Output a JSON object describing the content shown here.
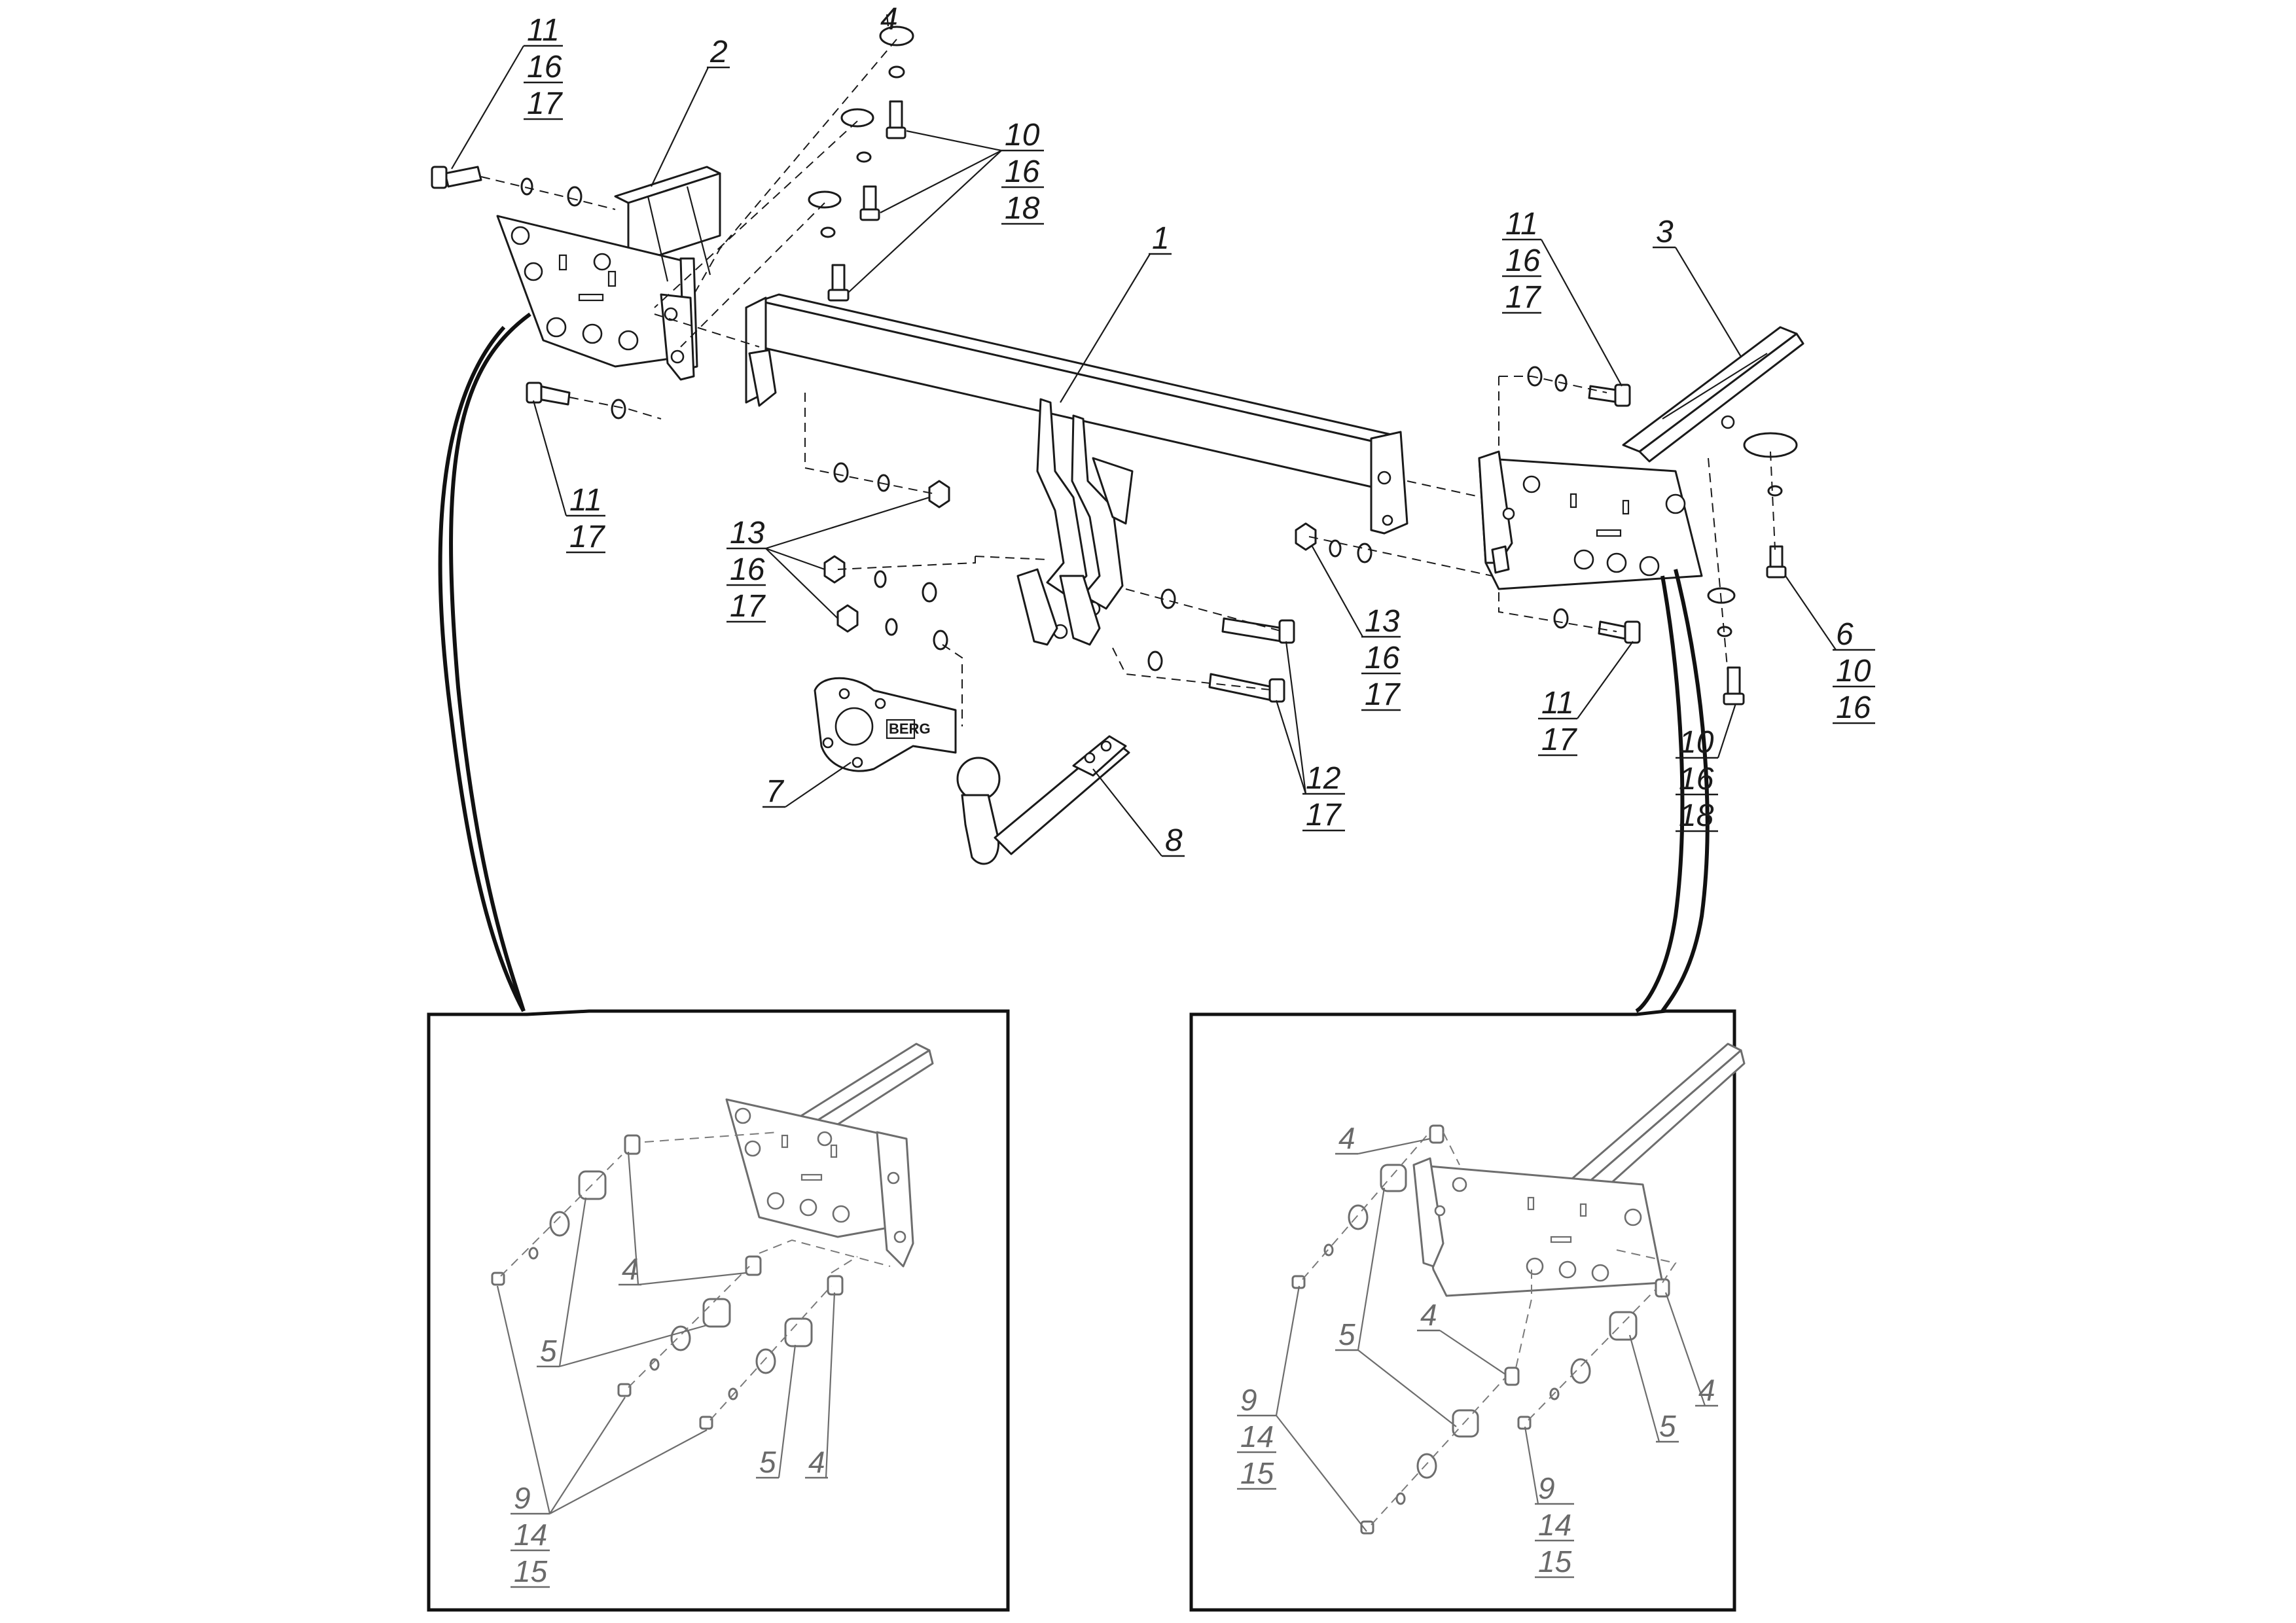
{
  "labels": {
    "p1": "1",
    "p2": "2",
    "p3": "3",
    "p4": "4",
    "p5": "5",
    "p6": "6",
    "p7": "7",
    "p8": "8",
    "p9": "9",
    "p10": "10",
    "p11": "11",
    "p12": "12",
    "p13": "13",
    "p14": "14",
    "p15": "15",
    "p16": "16",
    "p17": "17",
    "p18": "18"
  },
  "brand_plate": "BERG"
}
